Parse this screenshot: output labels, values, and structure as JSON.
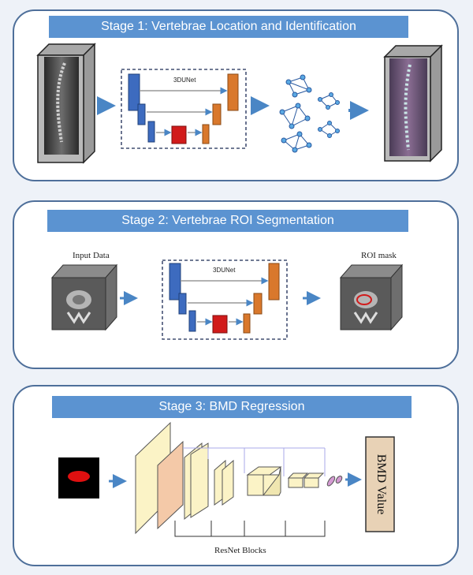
{
  "stage1": {
    "title": "Stage 1: Vertebrae Location and Identification",
    "net_label": "3DUNet"
  },
  "stage2": {
    "title": "Stage 2: Vertebrae ROI Segmentation",
    "input_label": "Input Data",
    "net_label": "3DUNet",
    "output_label": "ROI mask"
  },
  "stage3": {
    "title": "Stage 3: BMD Regression",
    "blocks_label": "ResNet Blocks",
    "output_label": "BMD Value"
  },
  "colors": {
    "banner": "#5b93d1",
    "border": "#4e6f9a",
    "arrow": "#4a86c5",
    "unet_blue": "#3d6bbf",
    "unet_orange": "#d9782c",
    "unet_red": "#d11b1b",
    "resnet_fill": "#fbf3c6",
    "bmd_box": "#e8d2b6"
  }
}
